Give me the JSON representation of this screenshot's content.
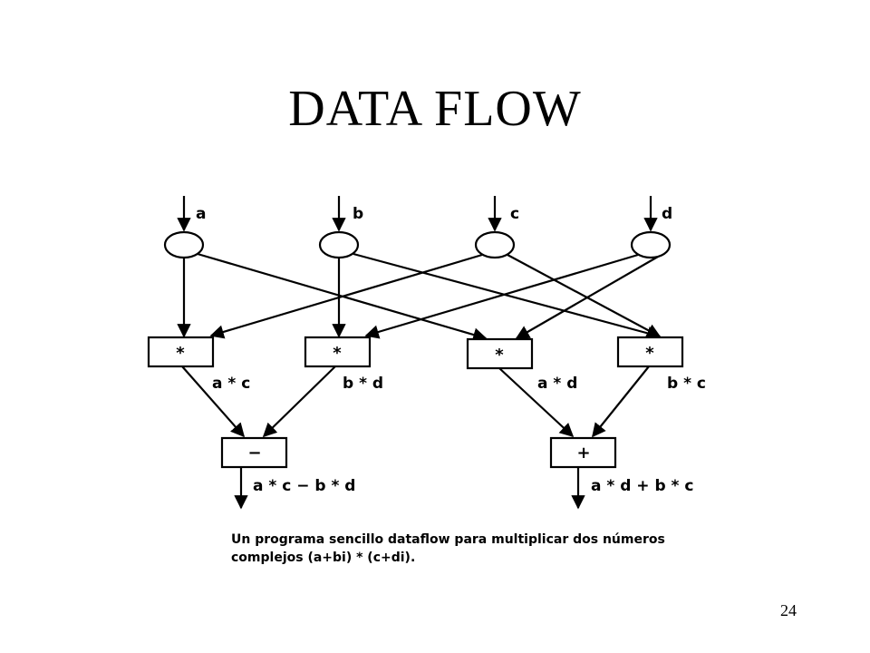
{
  "title": "DATA FLOW",
  "inputs": [
    "a",
    "b",
    "c",
    "d"
  ],
  "multiply_nodes": [
    {
      "op": "*",
      "output": "a * c"
    },
    {
      "op": "*",
      "output": "b * d"
    },
    {
      "op": "*",
      "output": "a * d"
    },
    {
      "op": "*",
      "output": "b * c"
    }
  ],
  "combine_nodes": [
    {
      "op": "−",
      "output": "a * c − b * d"
    },
    {
      "op": "+",
      "output": "a * d + b * c"
    }
  ],
  "caption": {
    "line1": "Un programa sencillo dataflow para multiplicar dos números",
    "line2": "complejos (a+bi) * (c+di)."
  },
  "page_number": "24"
}
